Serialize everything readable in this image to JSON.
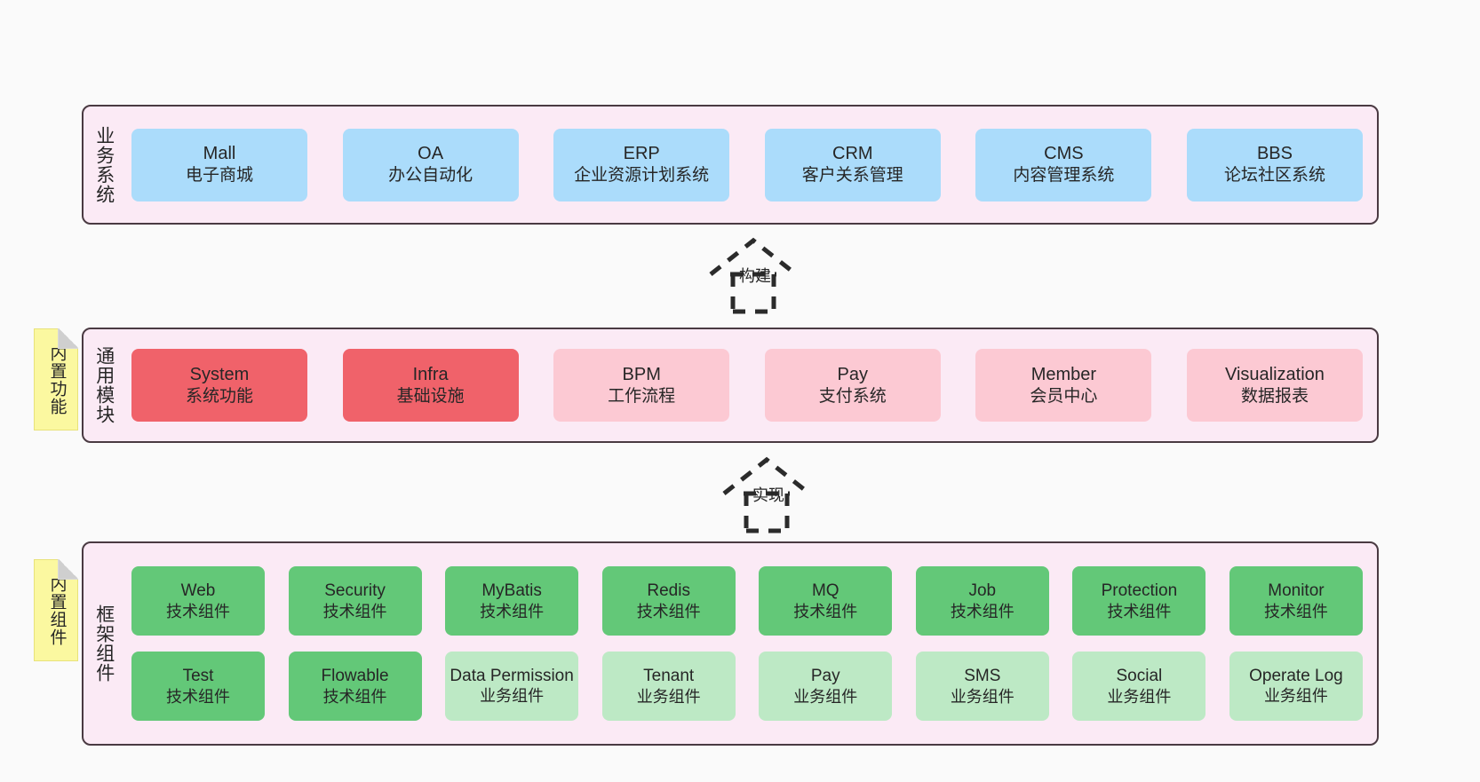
{
  "diagram": {
    "title": "Layered Architecture Diagram",
    "colors": {
      "canvas": "#fafafa",
      "panel_bg": "#fbeaf5",
      "panel_border": "#4a3a42",
      "business_box": "#abdcfb",
      "module_core": "#f0626a",
      "module_soft": "#fcc9d3",
      "framework_tech": "#63c878",
      "framework_biz": "#bde9c5",
      "note_bg": "#fbf8a0"
    }
  },
  "layers": {
    "business": {
      "title": "业务系统",
      "items": [
        {
          "en": "Mall",
          "cn": "电子商城"
        },
        {
          "en": "OA",
          "cn": "办公自动化"
        },
        {
          "en": "ERP",
          "cn": "企业资源计划系统"
        },
        {
          "en": "CRM",
          "cn": "客户关系管理"
        },
        {
          "en": "CMS",
          "cn": "内容管理系统"
        },
        {
          "en": "BBS",
          "cn": "论坛社区系统"
        }
      ]
    },
    "modules": {
      "title": "通用模块",
      "note": "内置功能",
      "items": [
        {
          "en": "System",
          "cn": "系统功能",
          "variant": "strong"
        },
        {
          "en": "Infra",
          "cn": "基础设施",
          "variant": "strong"
        },
        {
          "en": "BPM",
          "cn": "工作流程",
          "variant": "soft"
        },
        {
          "en": "Pay",
          "cn": "支付系统",
          "variant": "soft"
        },
        {
          "en": "Member",
          "cn": "会员中心",
          "variant": "soft"
        },
        {
          "en": "Visualization",
          "cn": "数据报表",
          "variant": "soft"
        }
      ]
    },
    "framework": {
      "title": "框架组件",
      "note": "内置组件",
      "row1": [
        {
          "en": "Web",
          "cn": "技术组件",
          "variant": "tech"
        },
        {
          "en": "Security",
          "cn": "技术组件",
          "variant": "tech"
        },
        {
          "en": "MyBatis",
          "cn": "技术组件",
          "variant": "tech"
        },
        {
          "en": "Redis",
          "cn": "技术组件",
          "variant": "tech"
        },
        {
          "en": "MQ",
          "cn": "技术组件",
          "variant": "tech"
        },
        {
          "en": "Job",
          "cn": "技术组件",
          "variant": "tech"
        },
        {
          "en": "Protection",
          "cn": "技术组件",
          "variant": "tech"
        },
        {
          "en": "Monitor",
          "cn": "技术组件",
          "variant": "tech"
        }
      ],
      "row2": [
        {
          "en": "Test",
          "cn": "技术组件",
          "variant": "tech"
        },
        {
          "en": "Flowable",
          "cn": "技术组件",
          "variant": "tech"
        },
        {
          "en": "Data Permission",
          "cn": "业务组件",
          "variant": "biz"
        },
        {
          "en": "Tenant",
          "cn": "业务组件",
          "variant": "biz"
        },
        {
          "en": "Pay",
          "cn": "业务组件",
          "variant": "biz"
        },
        {
          "en": "SMS",
          "cn": "业务组件",
          "variant": "biz"
        },
        {
          "en": "Social",
          "cn": "业务组件",
          "variant": "biz"
        },
        {
          "en": "Operate Log",
          "cn": "业务组件",
          "variant": "biz"
        }
      ]
    }
  },
  "connectors": [
    {
      "label": "构建",
      "from": "modules",
      "to": "business"
    },
    {
      "label": "实现",
      "from": "framework",
      "to": "modules"
    }
  ]
}
